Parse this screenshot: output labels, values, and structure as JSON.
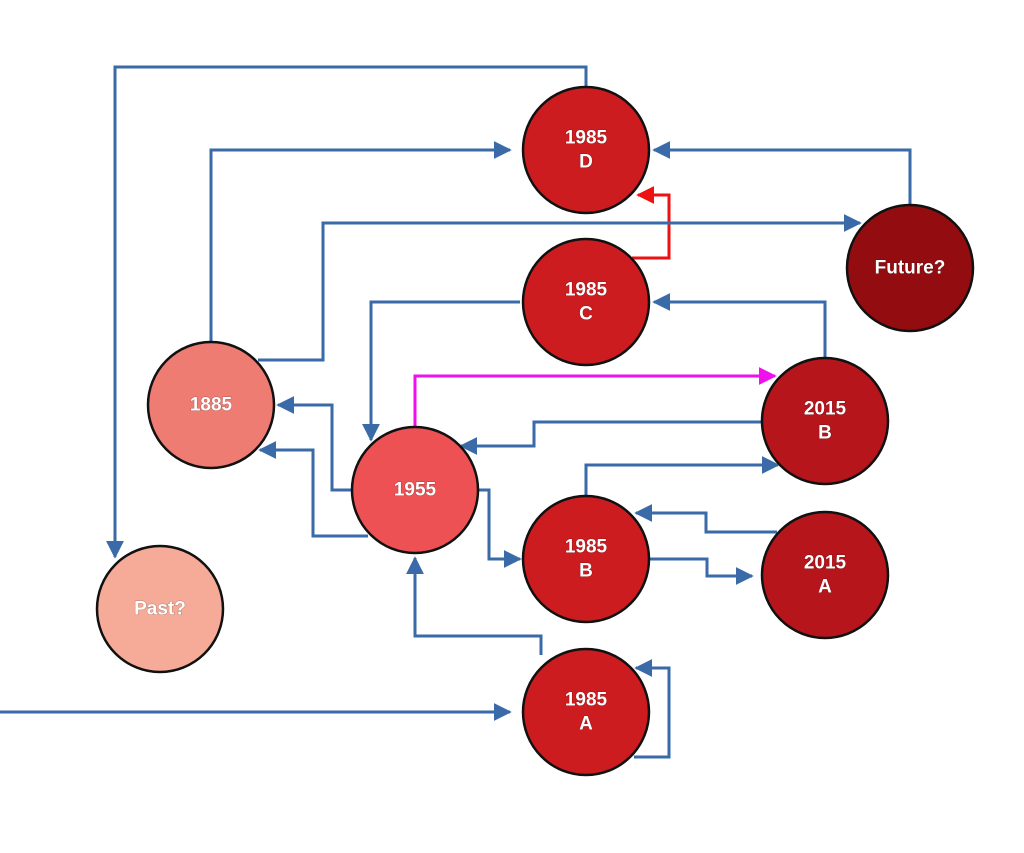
{
  "diagram": {
    "type": "timeline-state-graph",
    "colors": {
      "edge_default": "#3a6aa8",
      "edge_red": "#ee1111",
      "edge_magenta": "#ee11ee",
      "node_outline": "#111111",
      "label": "#ffffff"
    },
    "nodes": [
      {
        "id": "1985D",
        "lines": [
          "1985",
          "D"
        ],
        "color": "#cc1c20"
      },
      {
        "id": "1985C",
        "lines": [
          "1985",
          "C"
        ],
        "color": "#cc1c20"
      },
      {
        "id": "future",
        "lines": [
          "Future?"
        ],
        "color": "#930d10"
      },
      {
        "id": "1885",
        "lines": [
          "1885"
        ],
        "color": "#ef7c72"
      },
      {
        "id": "2015B",
        "lines": [
          "2015",
          "B"
        ],
        "color": "#b5151b"
      },
      {
        "id": "1955",
        "lines": [
          "1955"
        ],
        "color": "#ee5154"
      },
      {
        "id": "1985B",
        "lines": [
          "1985",
          "B"
        ],
        "color": "#cc1c20"
      },
      {
        "id": "2015A",
        "lines": [
          "2015",
          "A"
        ],
        "color": "#b5151b"
      },
      {
        "id": "past",
        "lines": [
          "Past?"
        ],
        "color": "#f6ab98"
      },
      {
        "id": "1985A",
        "lines": [
          "1985",
          "A"
        ],
        "color": "#cc1c20"
      }
    ],
    "edges": [
      {
        "from": "1985D",
        "to": "past",
        "style": "default"
      },
      {
        "from": "1885",
        "to": "1985D",
        "style": "default"
      },
      {
        "from": "future",
        "to": "1985D",
        "style": "default"
      },
      {
        "from": "1985C",
        "to": "1985D",
        "style": "red"
      },
      {
        "from": "1885",
        "to": "future",
        "style": "default"
      },
      {
        "from": "2015B",
        "to": "1985C",
        "style": "default"
      },
      {
        "from": "1985C",
        "to": "1955",
        "style": "default"
      },
      {
        "from": "1955",
        "to": "2015B",
        "style": "magenta"
      },
      {
        "from": "1955",
        "to": "1885",
        "style": "default"
      },
      {
        "from": "1955",
        "to": "1885",
        "style": "default"
      },
      {
        "from": "2015B",
        "to": "1955",
        "style": "default"
      },
      {
        "from": "1985B",
        "to": "2015B",
        "style": "default"
      },
      {
        "from": "1955",
        "to": "1985B",
        "style": "default"
      },
      {
        "from": "2015A",
        "to": "1985B",
        "style": "default"
      },
      {
        "from": "1985B",
        "to": "2015A",
        "style": "default"
      },
      {
        "from": "1985A",
        "to": "1955",
        "style": "default"
      },
      {
        "from": "1985A",
        "to": "1985A",
        "style": "default"
      },
      {
        "from": "start",
        "to": "1985A",
        "style": "default"
      }
    ]
  }
}
